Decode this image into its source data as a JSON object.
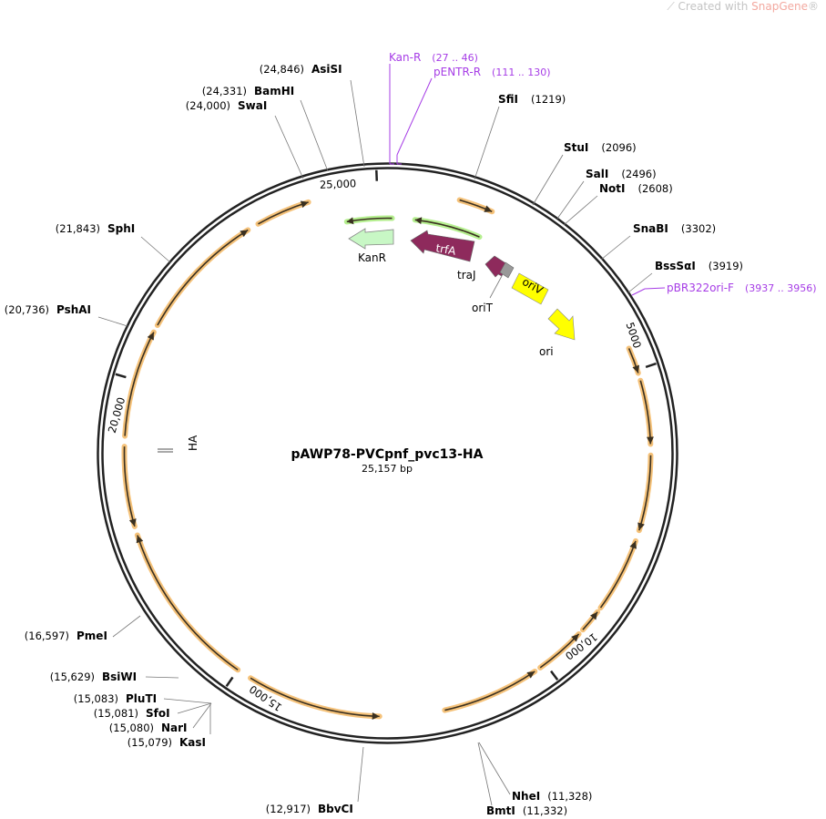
{
  "credit": {
    "prefix": "Created with ",
    "brand": "SnapGene",
    "reg": "®"
  },
  "plasmid": {
    "name": "pAWP78-PVCpnf_pvc13-HA",
    "size_label": "25,157 bp",
    "length_bp": 25157
  },
  "ticks": [
    {
      "bp": 25000,
      "label": "25,000"
    },
    {
      "bp": 5000,
      "label": "5000"
    },
    {
      "bp": 10000,
      "label": "10,000"
    },
    {
      "bp": 15000,
      "label": "15,000"
    },
    {
      "bp": 20000,
      "label": "20,000"
    }
  ],
  "sites": [
    {
      "name": "AsiSI",
      "position": "(24,846)"
    },
    {
      "name": "BamHI",
      "position": "(24,331)"
    },
    {
      "name": "SwaI",
      "position": "(24,000)"
    },
    {
      "name": "SfiI",
      "position": "(1219)"
    },
    {
      "name": "StuI",
      "position": "(2096)"
    },
    {
      "name": "SalI",
      "position": "(2496)"
    },
    {
      "name": "NotI",
      "position": "(2608)"
    },
    {
      "name": "SnaBI",
      "position": "(3302)"
    },
    {
      "name": "BssSαI",
      "position": "(3919)"
    },
    {
      "name": "SphI",
      "position": "(21,843)"
    },
    {
      "name": "PshAI",
      "position": "(20,736)"
    },
    {
      "name": "PmeI",
      "position": "(16,597)"
    },
    {
      "name": "BsiWI",
      "position": "(15,629)"
    },
    {
      "name": "PluTI",
      "position": "(15,083)"
    },
    {
      "name": "SfoI",
      "position": "(15,081)"
    },
    {
      "name": "NarI",
      "position": "(15,080)"
    },
    {
      "name": "KasI",
      "position": "(15,079)"
    },
    {
      "name": "BbvCI",
      "position": "(12,917)"
    },
    {
      "name": "NheI",
      "position": "(11,328)"
    },
    {
      "name": "BmtI",
      "position": "(11,332)"
    }
  ],
  "primers": [
    {
      "name": "Kan-R",
      "range": "(27 .. 46)"
    },
    {
      "name": "pENTR-R",
      "range": "(111 .. 130)"
    },
    {
      "name": "pBR322ori-F",
      "range": "(3937 .. 3956)"
    }
  ],
  "features": {
    "KanR": {
      "label": "KanR",
      "color": "#c8f7c5"
    },
    "trfA": {
      "label": "trfA",
      "color": "#8e2a5c"
    },
    "traJ": {
      "label": "traJ",
      "color": "#8e2a5c"
    },
    "oriT": {
      "label": "oriT",
      "color": "#999999"
    },
    "oriV": {
      "label": "oriV",
      "color": "#ffff00"
    },
    "ori": {
      "label": "ori",
      "color": "#ffff00"
    },
    "HA": {
      "label": "HA"
    }
  },
  "orfs": {
    "color": "#f5c27a",
    "items": [
      {
        "start": 1111,
        "end": 1635,
        "strand": "+"
      },
      {
        "start": 4650,
        "end": 5050,
        "strand": "+"
      },
      {
        "start": 5170,
        "end": 6150,
        "strand": "+"
      },
      {
        "start": 6320,
        "end": 7480,
        "strand": "+"
      },
      {
        "start": 7650,
        "end": 8800,
        "strand": "-"
      },
      {
        "start": 8880,
        "end": 9230,
        "strand": "-"
      },
      {
        "start": 9320,
        "end": 10100,
        "strand": "-"
      },
      {
        "start": 10200,
        "end": 11700,
        "strand": "-"
      },
      {
        "start": 12700,
        "end": 14770,
        "strand": "-"
      },
      {
        "start": 15000,
        "end": 17600,
        "strand": "+"
      },
      {
        "start": 17740,
        "end": 18970,
        "strand": "-"
      },
      {
        "start": 19130,
        "end": 20780,
        "strand": "+"
      },
      {
        "start": 20900,
        "end": 22920,
        "strand": "+"
      },
      {
        "start": 23100,
        "end": 23935,
        "strand": "+"
      }
    ]
  },
  "green_orfs": {
    "color": "#b5ef8f",
    "items": [
      {
        "start": 24460,
        "end": 78,
        "strand": "-"
      },
      {
        "start": 470,
        "end": 1610,
        "strand": "-"
      }
    ]
  }
}
